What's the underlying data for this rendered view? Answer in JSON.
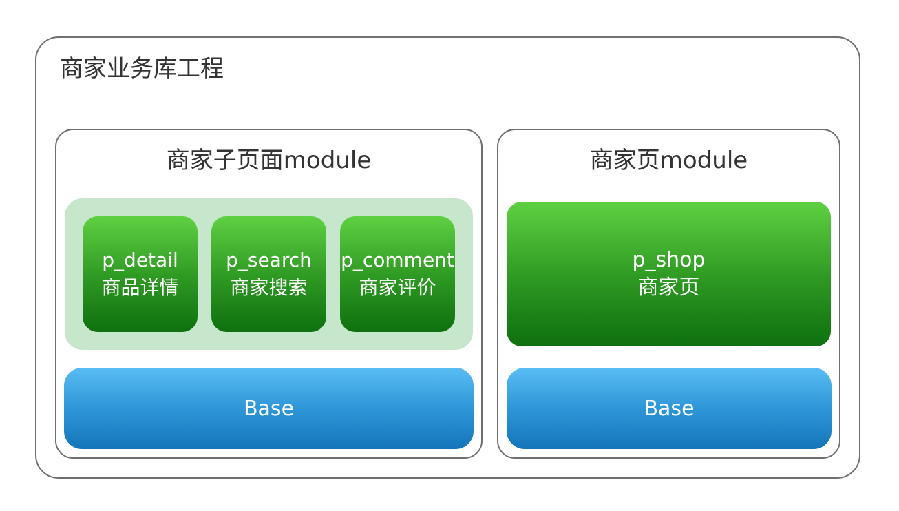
{
  "project": {
    "title": "商家业务库工程"
  },
  "modules": {
    "left": {
      "title": "商家子页面module",
      "pages": [
        {
          "name": "p_detail",
          "desc": "商品详情"
        },
        {
          "name": "p_search",
          "desc": "商家搜索"
        },
        {
          "name": "p_comment",
          "desc": "商家评价"
        }
      ],
      "base": "Base"
    },
    "right": {
      "title": "商家页module",
      "page": {
        "name": "p_shop",
        "desc": "商家页"
      },
      "base": "Base"
    }
  },
  "colors": {
    "border": "#6f6f6f",
    "page_tray": "#c6e7cb",
    "page_green_top": "#5fd042",
    "page_green_bottom": "#0e700f",
    "base_blue_top": "#59bcf4",
    "base_blue_bottom": "#1475b9"
  }
}
